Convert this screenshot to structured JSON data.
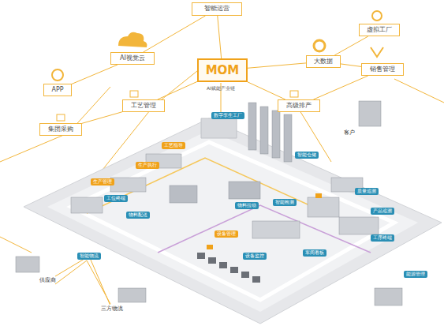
{
  "diagram": {
    "nodes": [
      {
        "text": [
          "智能运营"
        ]
      },
      {
        "text": [
          "AI视觉云"
        ]
      },
      {
        "text": [
          "MOM"
        ]
      },
      {
        "text": [
          "大数据"
        ]
      },
      {
        "text": [
          "虚拟工厂"
        ]
      },
      {
        "text": [
          "APP"
        ]
      },
      {
        "text": [
          "销售管理"
        ]
      },
      {
        "text": [
          "工艺管理"
        ]
      },
      {
        "text": [
          "高级排产"
        ]
      },
      {
        "text": [
          "集团采购"
        ]
      },
      {
        "text": [
          "客户"
        ]
      },
      {
        "text": [
          "数字孪生工厂"
        ]
      },
      {
        "text": [
          "智能仓储"
        ]
      },
      {
        "text": [
          "工艺指导"
        ]
      },
      {
        "text": [
          "生产执行"
        ]
      },
      {
        "text": [
          "生产管理"
        ]
      },
      {
        "text": [
          "工位终端"
        ]
      },
      {
        "text": [
          "物料配送"
        ]
      },
      {
        "text": [
          "物料拉动"
        ]
      },
      {
        "text": [
          "智能检测"
        ]
      },
      {
        "text": [
          "质量追溯"
        ]
      },
      {
        "text": [
          "产品追溯"
        ]
      },
      {
        "text": [
          "设备管理"
        ]
      },
      {
        "text": [
          "设备监控"
        ]
      },
      {
        "text": [
          "车间看板"
        ]
      },
      {
        "text": [
          "工序终端"
        ]
      },
      {
        "text": [
          "能源管理"
        ]
      },
      {
        "text": [
          "智能物流"
        ]
      },
      {
        "text": [
          "供应商"
        ]
      },
      {
        "text": [
          "三方物流"
        ]
      }
    ],
    "edges": [
      {
        "from": 2,
        "to": 0,
        "arrow": "none"
      },
      {
        "from": 1,
        "to": 0,
        "arrow": "none"
      },
      {
        "from": 5,
        "to": 1,
        "arrow": "none"
      },
      {
        "from": 2,
        "to": 3,
        "arrow": "none"
      },
      {
        "from": 3,
        "to": 4,
        "arrow": "none"
      },
      {
        "from": 3,
        "to": 6,
        "arrow": "none"
      },
      {
        "from": 2,
        "to": 7,
        "arrow": "none"
      },
      {
        "from": 2,
        "to": 8,
        "arrow": "none"
      },
      {
        "from": 7,
        "to": 9,
        "arrow": "none"
      },
      {
        "from": 8,
        "to": 6,
        "arrow": "none"
      },
      {
        "from": 27,
        "to": 28,
        "arrow": "none"
      },
      {
        "from": 27,
        "to": 29,
        "arrow": "none"
      }
    ],
    "labels": [
      "AI赋能产业链"
    ]
  }
}
